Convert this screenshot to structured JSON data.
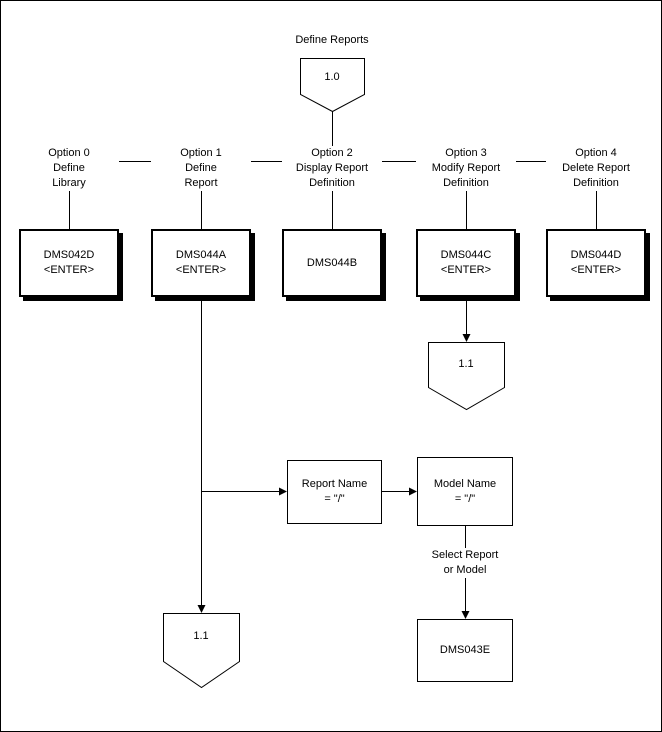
{
  "diagram": {
    "title": "Define Reports",
    "root_connector": "1.0",
    "options": [
      {
        "label": "Option 0",
        "desc1": "Define",
        "desc2": "Library",
        "box1": "DMS042D",
        "box2": "<ENTER>"
      },
      {
        "label": "Option 1",
        "desc1": "Define",
        "desc2": "Report",
        "box1": "DMS044A",
        "box2": "<ENTER>"
      },
      {
        "label": "Option 2",
        "desc1": "Display Report",
        "desc2": "Definition",
        "box1": "DMS044B",
        "box2": ""
      },
      {
        "label": "Option 3",
        "desc1": "Modify Report",
        "desc2": "Definition",
        "box1": "DMS044C",
        "box2": "<ENTER>"
      },
      {
        "label": "Option 4",
        "desc1": "Delete Report",
        "desc2": "Definition",
        "box1": "DMS044D",
        "box2": "<ENTER>"
      }
    ],
    "modify_connector": "1.1",
    "define_connector": "1.1",
    "report_name_box": {
      "line1": "Report Name",
      "line2": "= \"/\""
    },
    "model_name_box": {
      "line1": "Model Name",
      "line2": "= \"/\""
    },
    "select_label": {
      "line1": "Select Report",
      "line2": "or Model"
    },
    "select_result_box": "DMS043E",
    "colors": {
      "line": "#000000",
      "shadow": "#000000",
      "background": "#ffffff"
    }
  }
}
